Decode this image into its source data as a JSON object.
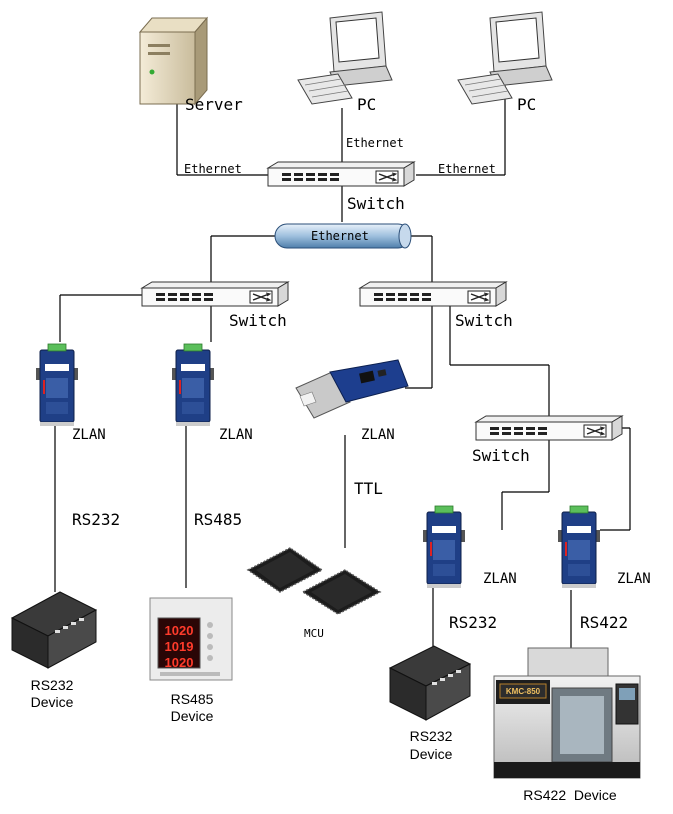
{
  "labels": {
    "server": "Server",
    "pc_left": "PC",
    "pc_right": "PC",
    "eth_top_left": "Ethernet",
    "eth_top_center": "Ethernet",
    "eth_top_right": "Ethernet",
    "switch_top": "Switch",
    "ethernet_bus": "Ethernet",
    "switch_left": "Switch",
    "switch_right": "Switch",
    "switch_lower": "Switch",
    "zlan_1": "ZLAN",
    "zlan_2": "ZLAN",
    "zlan_3": "ZLAN",
    "zlan_4": "ZLAN",
    "zlan_5": "ZLAN",
    "link_rs232_left": "RS232",
    "link_rs485": "RS485",
    "link_ttl": "TTL",
    "link_rs232_right": "RS232",
    "link_rs422": "RS422",
    "mcu": "MCU",
    "dev_rs232_left_1": "RS232",
    "dev_rs232_left_2": "Device",
    "dev_rs485_1": "RS485",
    "dev_rs485_2": "Device",
    "dev_rs232_right_1": "RS232",
    "dev_rs232_right_2": "Device",
    "dev_rs422": "RS422  Device"
  },
  "meter_values": [
    "1020",
    "1019",
    "1020"
  ],
  "cnc_badge": "KMC-850"
}
